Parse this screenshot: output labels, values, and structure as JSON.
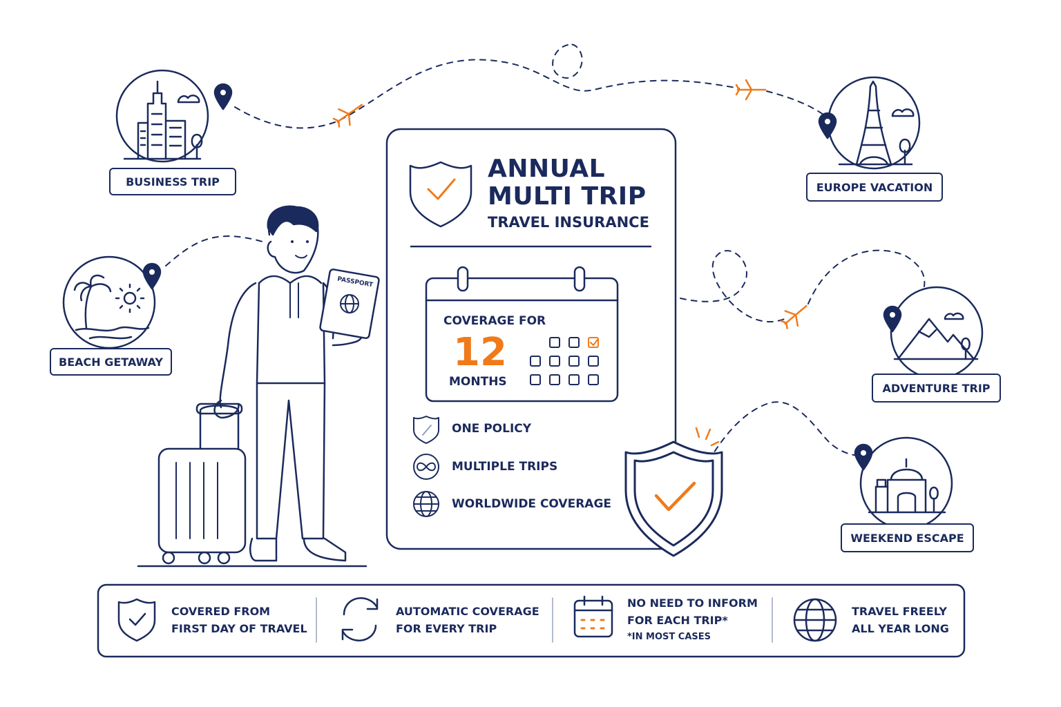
{
  "card": {
    "title_line1": "ANNUAL",
    "title_line2": "MULTI TRIP",
    "subtitle": "TRAVEL INSURANCE",
    "calendar": {
      "label_top": "COVERAGE FOR",
      "number": "12",
      "label_bottom": "MONTHS"
    },
    "features": [
      {
        "icon": "shield-icon",
        "label": "ONE POLICY"
      },
      {
        "icon": "infinity-icon",
        "label": "MULTIPLE TRIPS"
      },
      {
        "icon": "globe-icon",
        "label": "WORLDWIDE COVERAGE"
      }
    ]
  },
  "destinations": {
    "business": "BUSINESS TRIP",
    "beach": "BEACH GETAWAY",
    "europe": "EUROPE VACATION",
    "adventure": "ADVENTURE TRIP",
    "weekend": "WEEKEND ESCAPE"
  },
  "traveler": {
    "passport_text": "PASSPORT"
  },
  "bottom_bar": [
    {
      "icon": "shield-check-icon",
      "line1": "COVERED FROM",
      "line2": "FIRST DAY OF TRAVEL"
    },
    {
      "icon": "refresh-icon",
      "line1": "AUTOMATIC COVERAGE",
      "line2": "FOR EVERY TRIP"
    },
    {
      "icon": "calendar-icon",
      "line1": "NO NEED TO INFORM",
      "line2": "FOR EACH TRIP*",
      "note": "*IN MOST CASES"
    },
    {
      "icon": "globe-icon",
      "line1": "TRAVEL FREELY",
      "line2": "ALL YEAR LONG"
    }
  ],
  "colors": {
    "navy": "#1b2a5c",
    "orange": "#f07a1a",
    "background": "#ffffff"
  }
}
